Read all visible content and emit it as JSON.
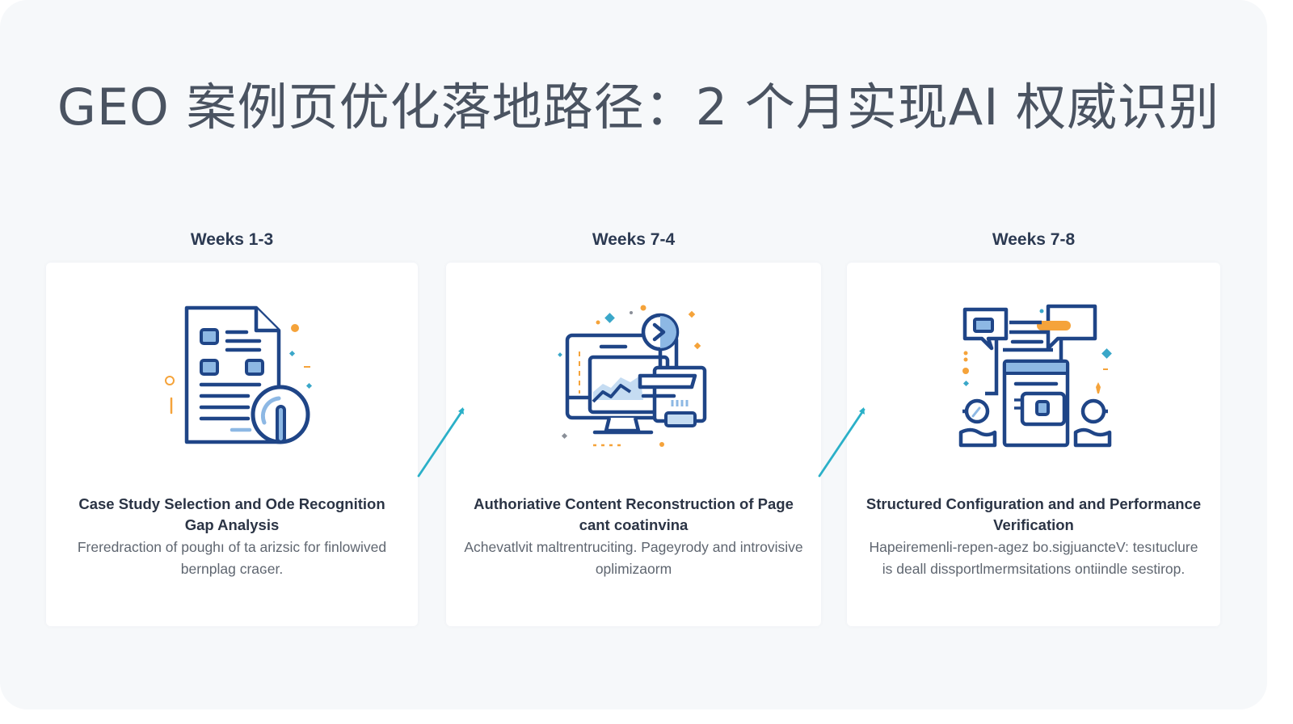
{
  "title": "GEO 案例页优化落地路径：2 个月实现AI 权威识别",
  "colors": {
    "navy": "#1f4587",
    "light_blue": "#8db8e4",
    "orange": "#f5a33a",
    "teal": "#3aa7c9",
    "connector": "#2bb0c8"
  },
  "phases": [
    {
      "week": "Weeks 1-3",
      "icon": "document-magnifier-icon",
      "title": "Case Study Selection and Ode Recognition Gap Analysis",
      "description": "Freredraction of poughı of ta arizsic for finlowived bernplag craɢer."
    },
    {
      "week": "Weeks 7-4",
      "icon": "monitor-analytics-icon",
      "title": "Authoriative Content Reconstruction of Page cant coatinvina",
      "description": "Achevatlvit maltrentruciting. Pageyrody and introvisive oplimizaorm"
    },
    {
      "week": "Weeks 7-8",
      "icon": "structured-config-people-icon",
      "title": "Structured Configuration and and Performance Verification",
      "description": "Hapeiremenli-repen-agez bo.sigjuancteV: tesıtuclure is deall dissportlmermsitations ontiindle sestirop."
    }
  ],
  "connectors": [
    {
      "icon": "arrow-connector-icon"
    },
    {
      "icon": "arrow-connector-icon"
    }
  ]
}
